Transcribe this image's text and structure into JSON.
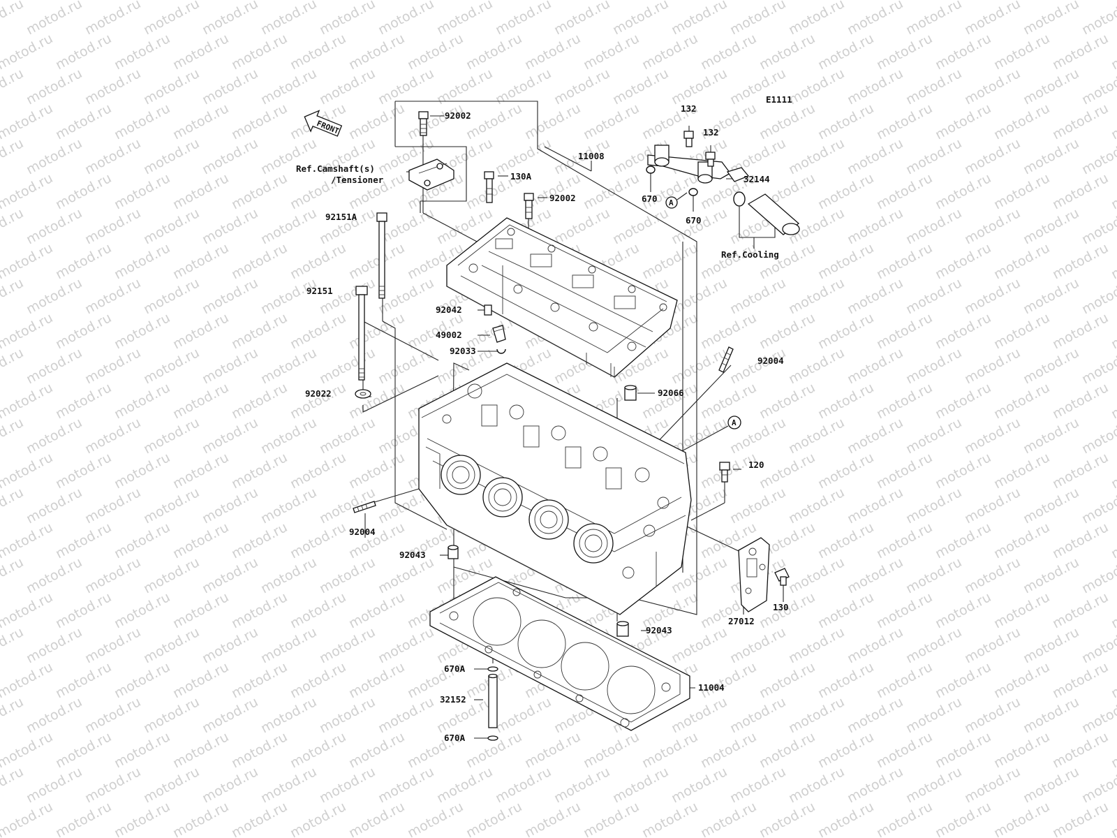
{
  "watermark": "motod.ru",
  "diagram_code": "E1111",
  "front_label": "FRONT",
  "refs": {
    "camshaft_line1": "Ref.Camshaft(s)",
    "camshaft_line2": "/Tensioner",
    "cooling": "Ref.Cooling"
  },
  "marker_a": "A",
  "parts": {
    "p92002_top": "92002",
    "p130A": "130A",
    "p92002_mid": "92002",
    "p11008": "11008",
    "p132_a": "132",
    "p132_b": "132",
    "p32144": "32144",
    "p670_a": "670",
    "p670_b": "670",
    "p92151A": "92151A",
    "p92151": "92151",
    "p92042": "92042",
    "p49002": "49002",
    "p92033": "92033",
    "p92004_right": "92004",
    "p92066": "92066",
    "p92022": "92022",
    "p120": "120",
    "p92004_left": "92004",
    "p92043_left": "92043",
    "p27012": "27012",
    "p130": "130",
    "p92043_right": "92043",
    "p670A_top": "670A",
    "p11004": "11004",
    "p32152": "32152",
    "p670A_bot": "670A"
  }
}
